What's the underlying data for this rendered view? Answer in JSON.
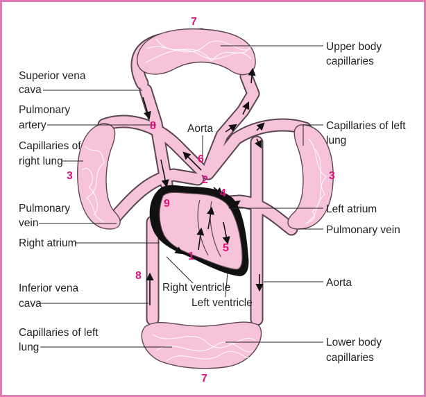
{
  "colors": {
    "frame": "#e07ab4",
    "vessel": "#f7c3da",
    "heart_shadow": "#111111",
    "number": "#e0127c"
  },
  "numbers": {
    "top": "7",
    "bottom": "7",
    "left_lung": "3",
    "right_lung": "3",
    "superior": "8",
    "inferior": "8",
    "aorta_arch": "6",
    "pulm_trunk": "2",
    "left_atrium": "4",
    "left_ventricle": "5",
    "right_atrium": "9",
    "right_ventricle": "1"
  },
  "labels": {
    "superior_vena_cava_1": "Superior vena",
    "superior_vena_cava_2": "cava",
    "pulmonary_artery_1": "Pulmonary",
    "pulmonary_artery_2": "artery",
    "cap_right_lung_1": "Capillaries of",
    "cap_right_lung_2": "right lung",
    "pulmonary_vein_left_1": "Pulmonary",
    "pulmonary_vein_left_2": "vein",
    "right_atrium": "Right atrium",
    "inferior_vena_cava_1": "Inferior vena",
    "inferior_vena_cava_2": "cava",
    "cap_left_lung_bottom_1": "Capillaries of left",
    "cap_left_lung_bottom_2": "lung",
    "upper_body_1": "Upper body",
    "upper_body_2": "capillaries",
    "aorta_top": "Aorta",
    "cap_left_lung_right_1": "Capillaries of left",
    "cap_left_lung_right_2": "lung",
    "left_atrium": "Left atrium",
    "pulmonary_vein_right": "Pulmonary vein",
    "aorta_right": "Aorta",
    "right_ventricle": "Right ventricle",
    "left_ventricle": "Left ventricle",
    "lower_body_1": "Lower body",
    "lower_body_2": "capillaries"
  }
}
